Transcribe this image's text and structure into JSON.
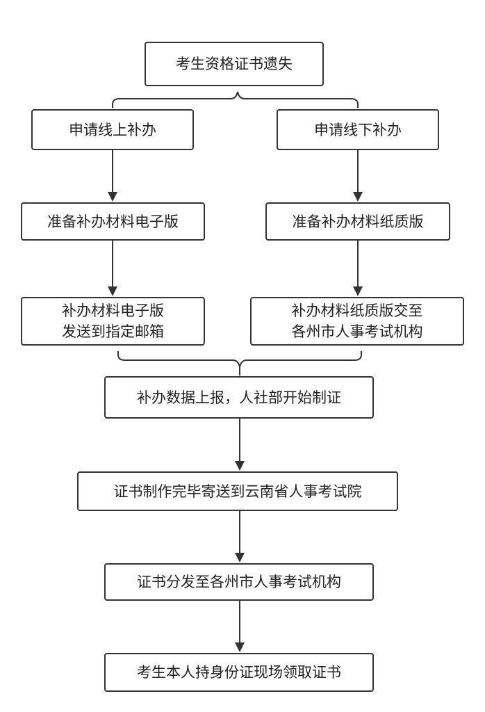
{
  "flowchart": {
    "start": "考生资格证书遗失",
    "left_branch": {
      "apply": "申请线上补办",
      "prepare": "准备补办材料电子版",
      "submit_line1": "补办材料电子版",
      "submit_line2": "发送到指定邮箱"
    },
    "right_branch": {
      "apply": "申请线下补办",
      "prepare": "准备补办材料纸质版",
      "submit_line1": "补办材料纸质版交至",
      "submit_line2": "各州市人事考试机构"
    },
    "report": "补办数据上报，人社部开始制证",
    "mail": "证书制作完毕寄送到云南省人事考试院",
    "distribute": "证书分发至各州市人事考试机构",
    "collect": "考生本人持身份证现场领取证书"
  }
}
